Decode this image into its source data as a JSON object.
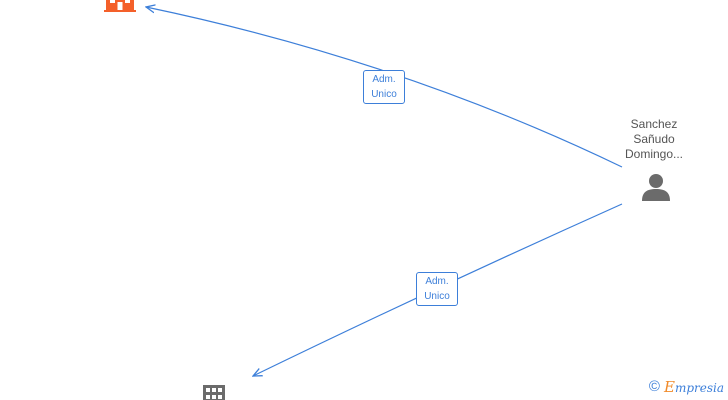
{
  "nodes": {
    "company_top": {
      "icon": "building-icon",
      "color": "#f4602a"
    },
    "company_bottom": {
      "icon": "building-icon",
      "color": "#6b6b6b"
    },
    "person": {
      "icon": "person-icon",
      "color": "#6b6b6b",
      "name_lines": [
        "Sanchez",
        "Sañudo",
        "Domingo..."
      ]
    }
  },
  "edges": [
    {
      "from": "person",
      "to": "company_top",
      "label_line1": "Adm.",
      "label_line2": "Unico"
    },
    {
      "from": "person",
      "to": "company_bottom",
      "label_line1": "Adm.",
      "label_line2": "Unico"
    }
  ],
  "colors": {
    "edge": "#3d7fd9",
    "label_text": "#3d7fd9"
  },
  "watermark": {
    "symbol": "©",
    "initial": "E",
    "rest": "mpresia"
  }
}
